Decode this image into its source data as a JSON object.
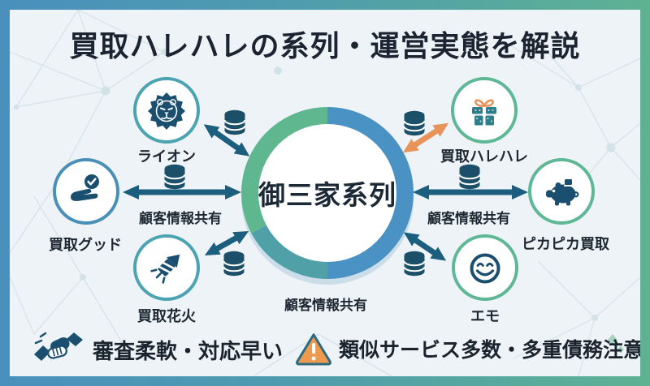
{
  "title": "買取ハレハレの系列・運営実態を解説",
  "hub": {
    "label": "御三家系列"
  },
  "nodes": [
    {
      "id": "lion",
      "label": "ライオン"
    },
    {
      "id": "kaitori-good",
      "label": "買取グッド"
    },
    {
      "id": "kaitori-hanabi",
      "label": "買取花火"
    },
    {
      "id": "kaitori-harehare",
      "label": "買取ハレハレ"
    },
    {
      "id": "pikapika-kaitori",
      "label": "ピカピカ買取"
    },
    {
      "id": "emo",
      "label": "エモ"
    }
  ],
  "info_share_labels": {
    "left": "顧客情報共有",
    "right": "顧客情報共有",
    "bottom": "顧客情報共有"
  },
  "footer": {
    "pros": "審査柔軟・対応早い",
    "warning": "類似サービス多数・多重債務注意"
  },
  "colors": {
    "frame_gradient_left": "#4A90BD",
    "frame_gradient_right": "#5EB292",
    "panel_bg": "#EDF3F6",
    "icon_navy": "#1B4F70",
    "arrow_navy": "#1C5E7E",
    "accent_orange": "#E8935A",
    "ring_blue": "#4A91C4",
    "ring_teal": "#4FA1A7",
    "ring_green": "#5FB78F",
    "node_border_blue": "#4A8FB8",
    "node_border_teal": "#4CA3B2",
    "node_border_green": "#5EB795",
    "warning_fill": "#ED9A4E",
    "text_dark": "#1E2833"
  }
}
